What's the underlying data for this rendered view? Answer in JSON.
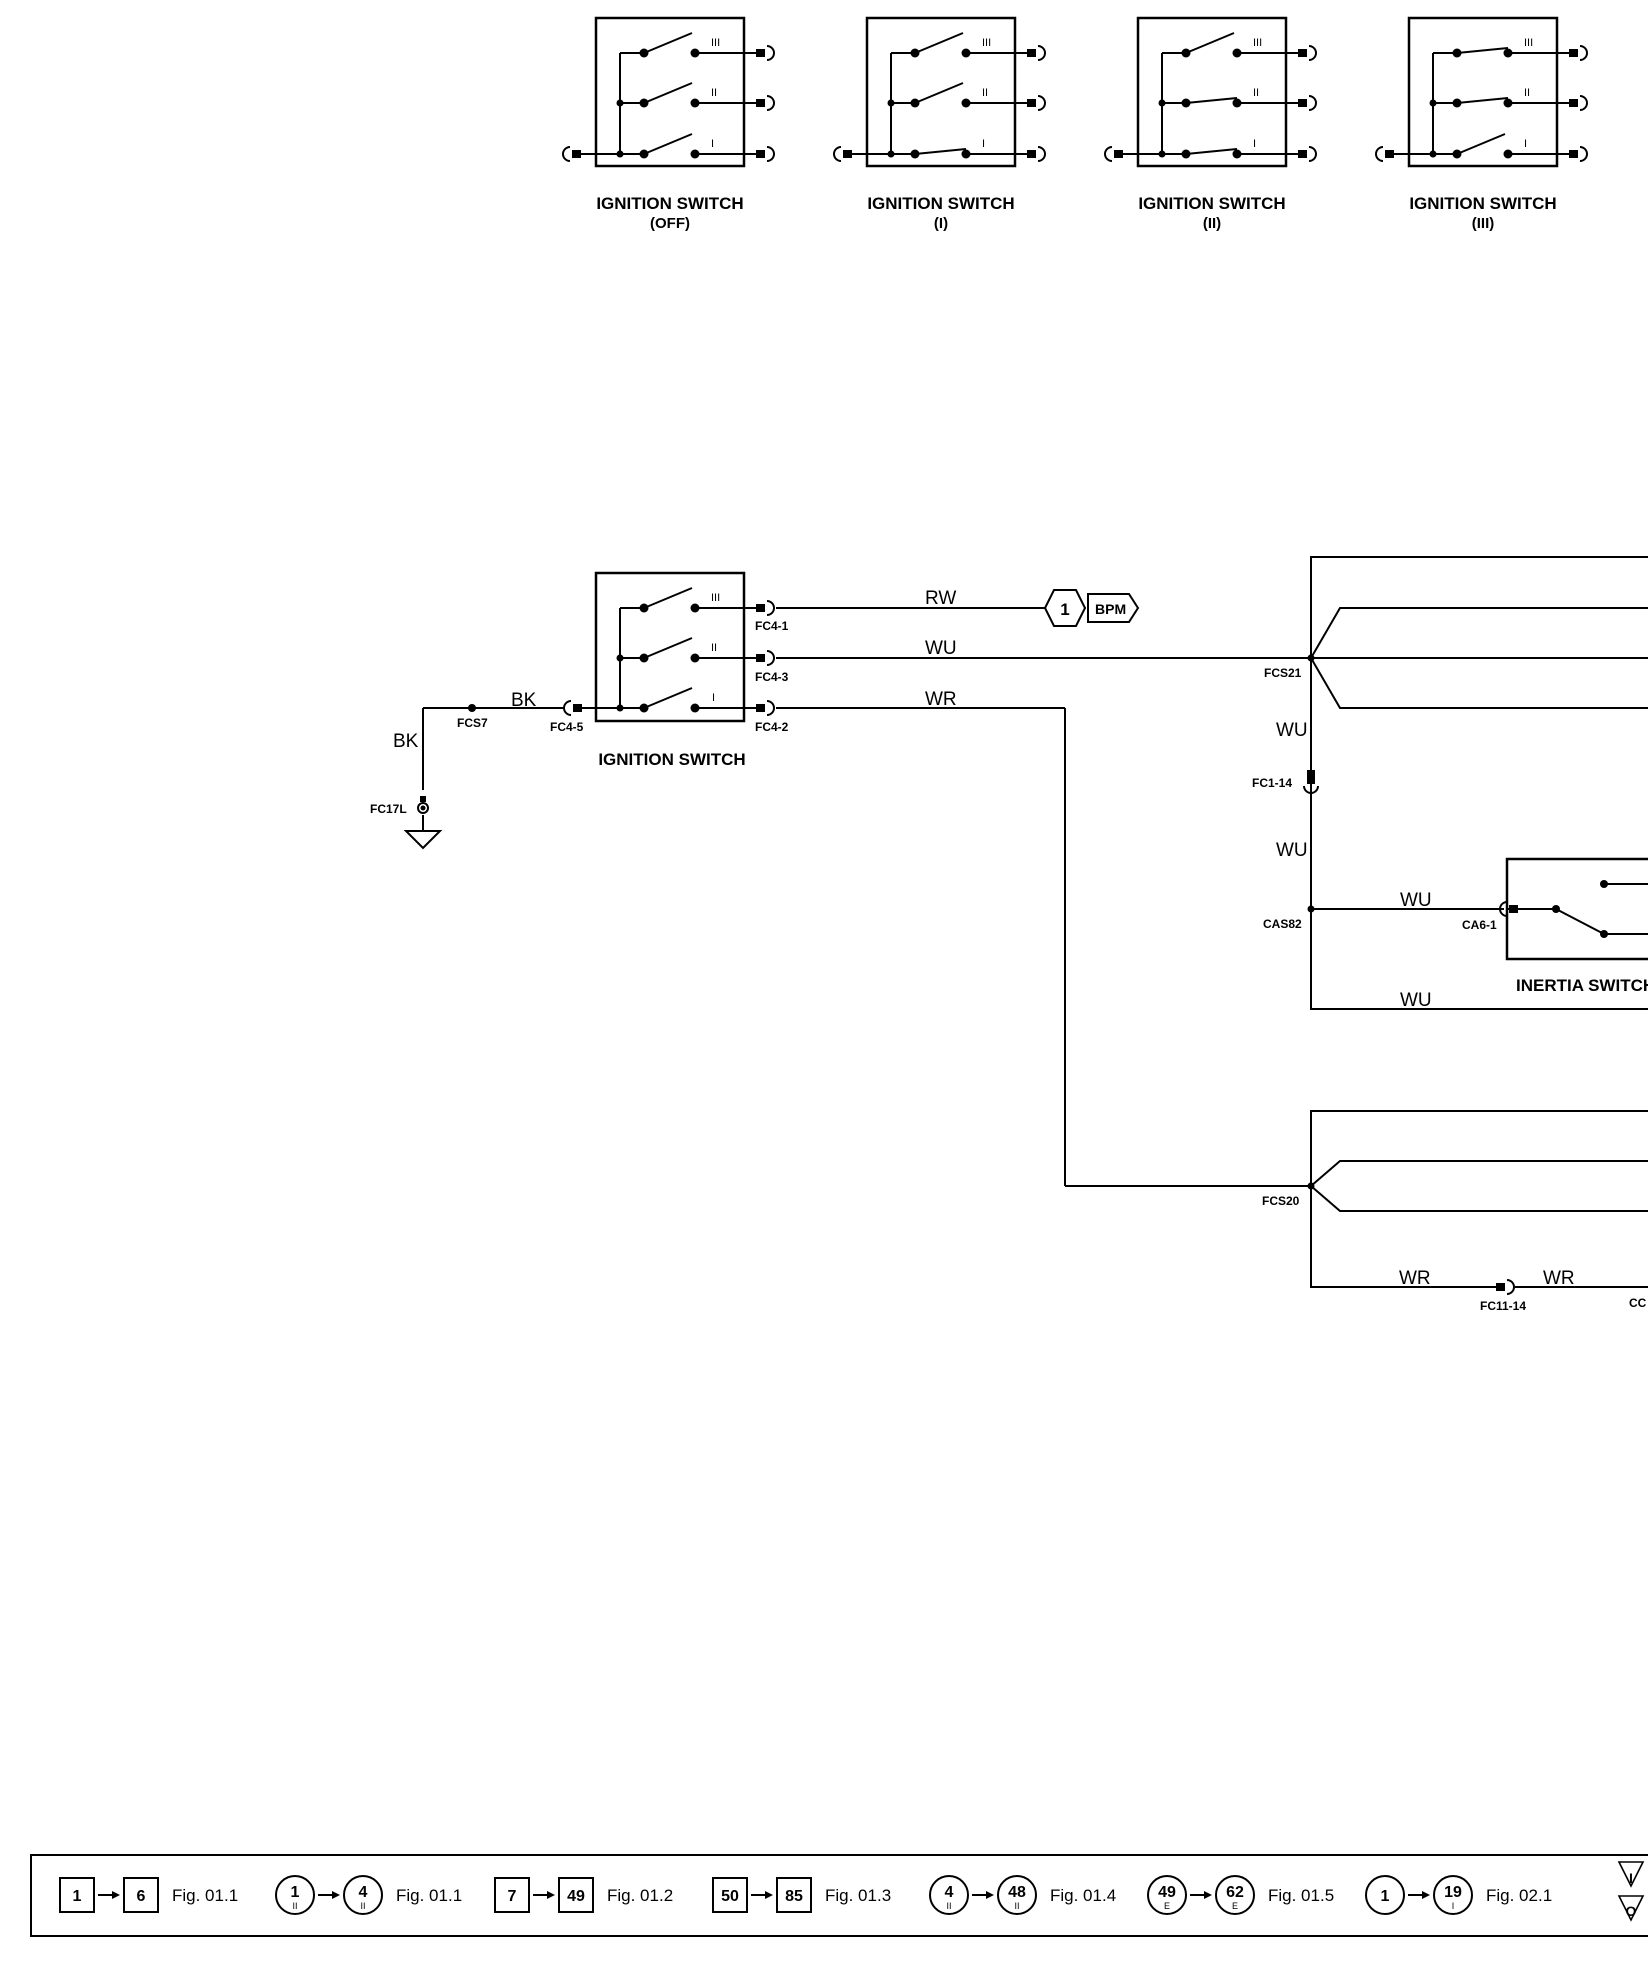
{
  "switch_states": [
    {
      "title": "IGNITION SWITCH",
      "state": "(OFF)",
      "positions": [
        "III",
        "II",
        "I"
      ],
      "closed": []
    },
    {
      "title": "IGNITION SWITCH",
      "state": "(I)",
      "positions": [
        "III",
        "II",
        "I"
      ],
      "closed": [
        "I"
      ]
    },
    {
      "title": "IGNITION SWITCH",
      "state": "(II)",
      "positions": [
        "III",
        "II",
        "I"
      ],
      "closed": [
        "I",
        "II"
      ]
    },
    {
      "title": "IGNITION SWITCH",
      "state": "(III)",
      "positions": [
        "III",
        "II",
        "I"
      ],
      "closed": [
        "III",
        "II"
      ]
    }
  ],
  "main_switch": {
    "title": "IGNITION SWITCH",
    "positions": [
      "III",
      "II",
      "I"
    ],
    "connectors": {
      "c1": "FC4-1",
      "c3": "FC4-3",
      "c2": "FC4-2",
      "c5": "FC4-5"
    }
  },
  "ground": {
    "splice": "FCS7",
    "ground_point": "FC17L",
    "wire_h": "BK",
    "wire_v": "BK"
  },
  "wires": {
    "rw": "RW",
    "wu": "WU",
    "wr": "WR"
  },
  "bpm_ref": {
    "number": "1",
    "target": "BPM"
  },
  "splices": {
    "fcs21": "FCS21",
    "fc1_14": "FC1-14",
    "cas82": "CAS82",
    "fcs20": "FCS20",
    "fc11_14": "FC11-14",
    "partial_right": "CC"
  },
  "wu_labels": {
    "a": "WU",
    "b": "WU",
    "c": "WU",
    "d": "WU"
  },
  "wr_labels": {
    "a": "WR",
    "b": "WR"
  },
  "inertia": {
    "title": "INERTIA SWITCH",
    "connector": "CA6-1"
  },
  "legend": [
    {
      "from": "1",
      "to": "6",
      "from_sub": "",
      "to_sub": "",
      "shape": "square",
      "fig": "Fig. 01.1"
    },
    {
      "from": "1",
      "to": "4",
      "from_sub": "II",
      "to_sub": "II",
      "shape": "circle",
      "fig": "Fig. 01.1"
    },
    {
      "from": "7",
      "to": "49",
      "from_sub": "",
      "to_sub": "",
      "shape": "square",
      "fig": "Fig. 01.2"
    },
    {
      "from": "50",
      "to": "85",
      "from_sub": "",
      "to_sub": "",
      "shape": "square",
      "fig": "Fig. 01.3"
    },
    {
      "from": "4",
      "to": "48",
      "from_sub": "II",
      "to_sub": "II",
      "shape": "circle",
      "fig": "Fig. 01.4"
    },
    {
      "from": "49",
      "to": "62",
      "from_sub": "E",
      "to_sub": "E",
      "shape": "circle",
      "fig": "Fig. 01.5"
    },
    {
      "from": "1",
      "to": "19",
      "from_sub": "",
      "to_sub": "I",
      "shape": "circle",
      "fig": "Fig. 02.1"
    }
  ],
  "legend_tri": {
    "top": "I",
    "bottom": "O"
  }
}
